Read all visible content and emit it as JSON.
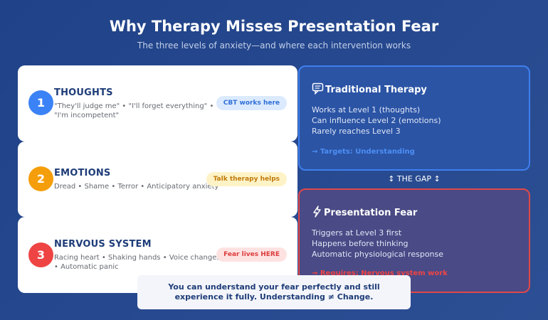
{
  "header": {
    "title": "Why Therapy Misses Presentation Fear",
    "subtitle": "The three levels of anxiety—and where each intervention works"
  },
  "levels": [
    {
      "number": "1",
      "title": "THOUGHTS",
      "description": "\"They'll judge me\" • \"I'll forget everything\" • \"I'm incompetent\"",
      "tag": "CBT works here",
      "color": "#3b82f6"
    },
    {
      "number": "2",
      "title": "EMOTIONS",
      "description": "Dread • Shame • Terror • Anticipatory anxiety",
      "tag": "Talk therapy helps",
      "color": "#f59e0b"
    },
    {
      "number": "3",
      "title": "NERVOUS SYSTEM",
      "description": "Racing heart • Shaking hands • Voice changes • Automatic panic",
      "tag": "Fear lives HERE",
      "color": "#ef4444"
    }
  ],
  "panels": {
    "therapy": {
      "icon": "speech-bubble-icon",
      "title": "Traditional Therapy",
      "lines": [
        "Works at Level 1 (thoughts)",
        "Can influence Level 2 (emotions)",
        "Rarely reaches Level 3"
      ],
      "target": "→ Targets: Understanding",
      "accent": "#3b82f6"
    },
    "fear": {
      "icon": "lightning-icon",
      "title": "Presentation Fear",
      "lines": [
        "Triggers at Level 3 first",
        "Happens before thinking",
        "Automatic physiological response"
      ],
      "target": "→ Requires: Nervous system work",
      "accent": "#ef4444"
    }
  },
  "gap_label": "↕ THE GAP ↕",
  "bottom_note": "You can understand your fear perfectly and still experience it fully. Understanding ≠ Change."
}
